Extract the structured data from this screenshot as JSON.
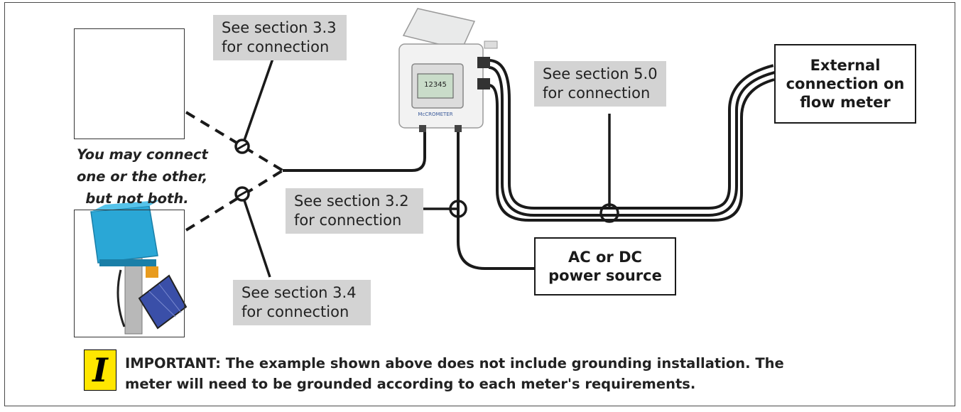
{
  "callouts": {
    "sec33": [
      "See section 3.3",
      "for connection"
    ],
    "sec50": [
      "See section 5.0",
      "for connection"
    ],
    "sec32": [
      "See section 3.2",
      "for connection"
    ],
    "sec34": [
      "See section 3.4",
      "for connection"
    ]
  },
  "boxes": {
    "external": [
      "External",
      "connection on",
      "flow meter"
    ],
    "power": [
      "AC or DC",
      "power source"
    ]
  },
  "sensor_note": [
    "You may connect",
    "one or the other,",
    "but not both."
  ],
  "meter": {
    "display_value": "12345",
    "brand": "McCROMETER"
  },
  "important": {
    "icon_letter": "I",
    "icon_color": "#ffe600",
    "lines": [
      "IMPORTANT: The example shown above does not include grounding installation. The",
      "meter will need to be grounded according to each meter's requirements."
    ]
  },
  "colors": {
    "callout_bg": "#d3d3d3",
    "line": "#1a1a1a",
    "sensor_blue": "#2aa7d6"
  }
}
